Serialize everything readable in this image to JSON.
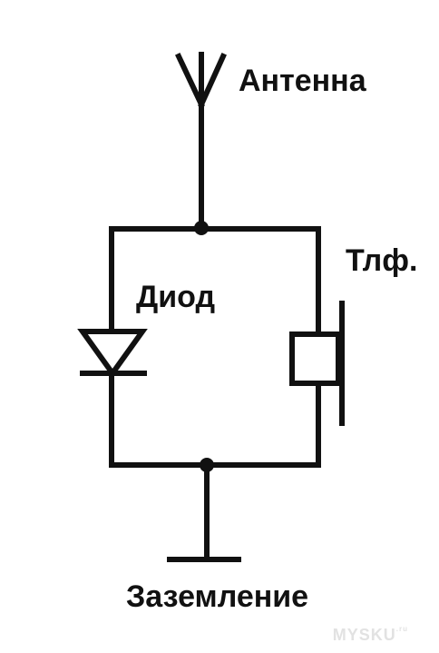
{
  "labels": {
    "antenna": "Антенна",
    "diode": "Диод",
    "phone": "Тлф.",
    "ground": "Заземление"
  },
  "watermark": {
    "main": "MYSKU",
    "suffix": ".ru"
  },
  "colors": {
    "line": "#111111",
    "background": "#ffffff",
    "watermark": "#e2e2e2"
  }
}
